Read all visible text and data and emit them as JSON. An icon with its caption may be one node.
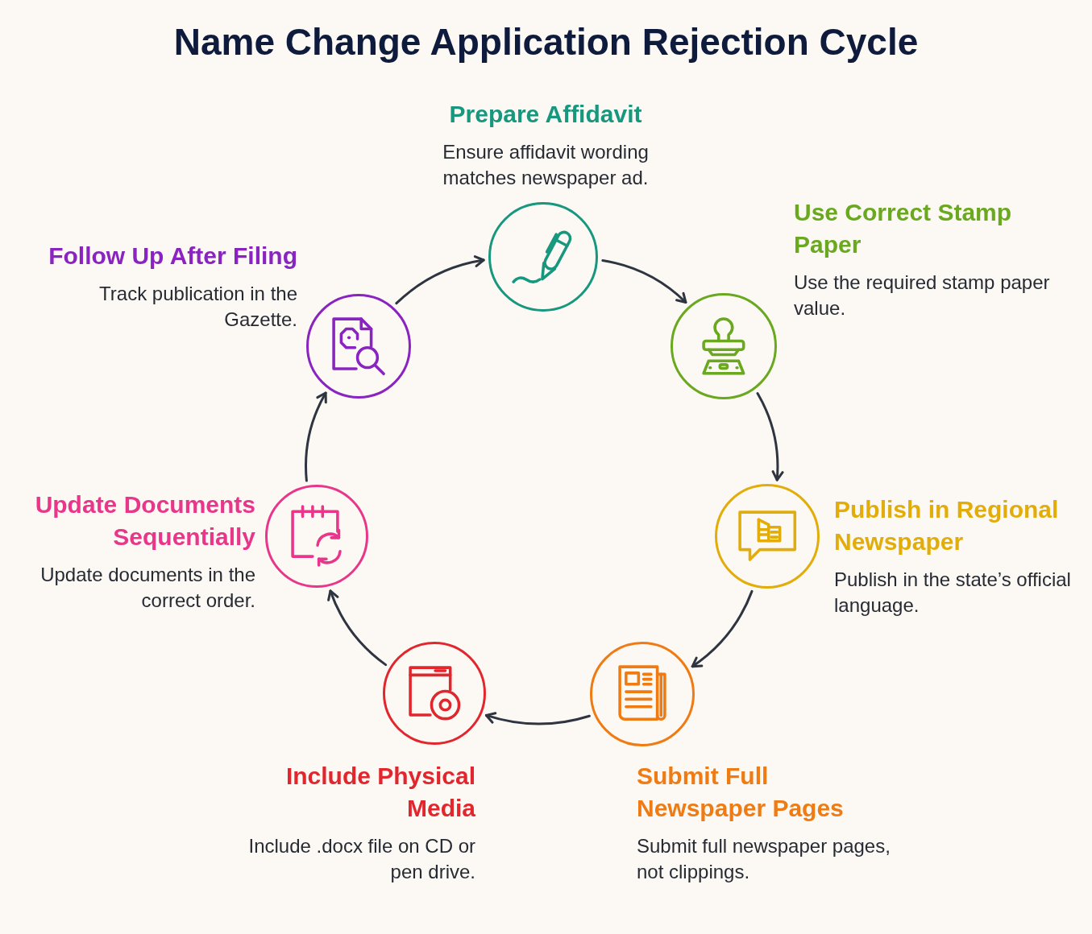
{
  "diagram": {
    "title": "Name Change Application Rejection Cycle",
    "nodes": [
      {
        "text": [
          "Prepare Affidavit",
          "Ensure affidavit wording matches newspaper ad."
        ]
      },
      {
        "text": [
          "Use Correct Stamp Paper",
          "Use the required stamp paper value."
        ]
      },
      {
        "text": [
          "Publish in Regional Newspaper",
          "Publish in the state’s official language."
        ]
      },
      {
        "text": [
          "Submit Full Newspaper Pages",
          "Submit full newspaper pages, not clippings."
        ]
      },
      {
        "text": [
          "Include Physical Media",
          "Include .docx file on CD or pen drive."
        ]
      },
      {
        "text": [
          "Update Documents Sequentially",
          "Update documents in the correct order."
        ]
      },
      {
        "text": [
          "Follow Up After Filing",
          "Track publication in the Gazette."
        ]
      }
    ],
    "edges": [
      {
        "from": 0,
        "to": 1,
        "arrow": "to"
      },
      {
        "from": 1,
        "to": 2,
        "arrow": "to"
      },
      {
        "from": 2,
        "to": 3,
        "arrow": "to"
      },
      {
        "from": 3,
        "to": 4,
        "arrow": "to"
      },
      {
        "from": 4,
        "to": 5,
        "arrow": "to"
      },
      {
        "from": 5,
        "to": 6,
        "arrow": "to"
      },
      {
        "from": 6,
        "to": 0,
        "arrow": "to"
      }
    ]
  }
}
